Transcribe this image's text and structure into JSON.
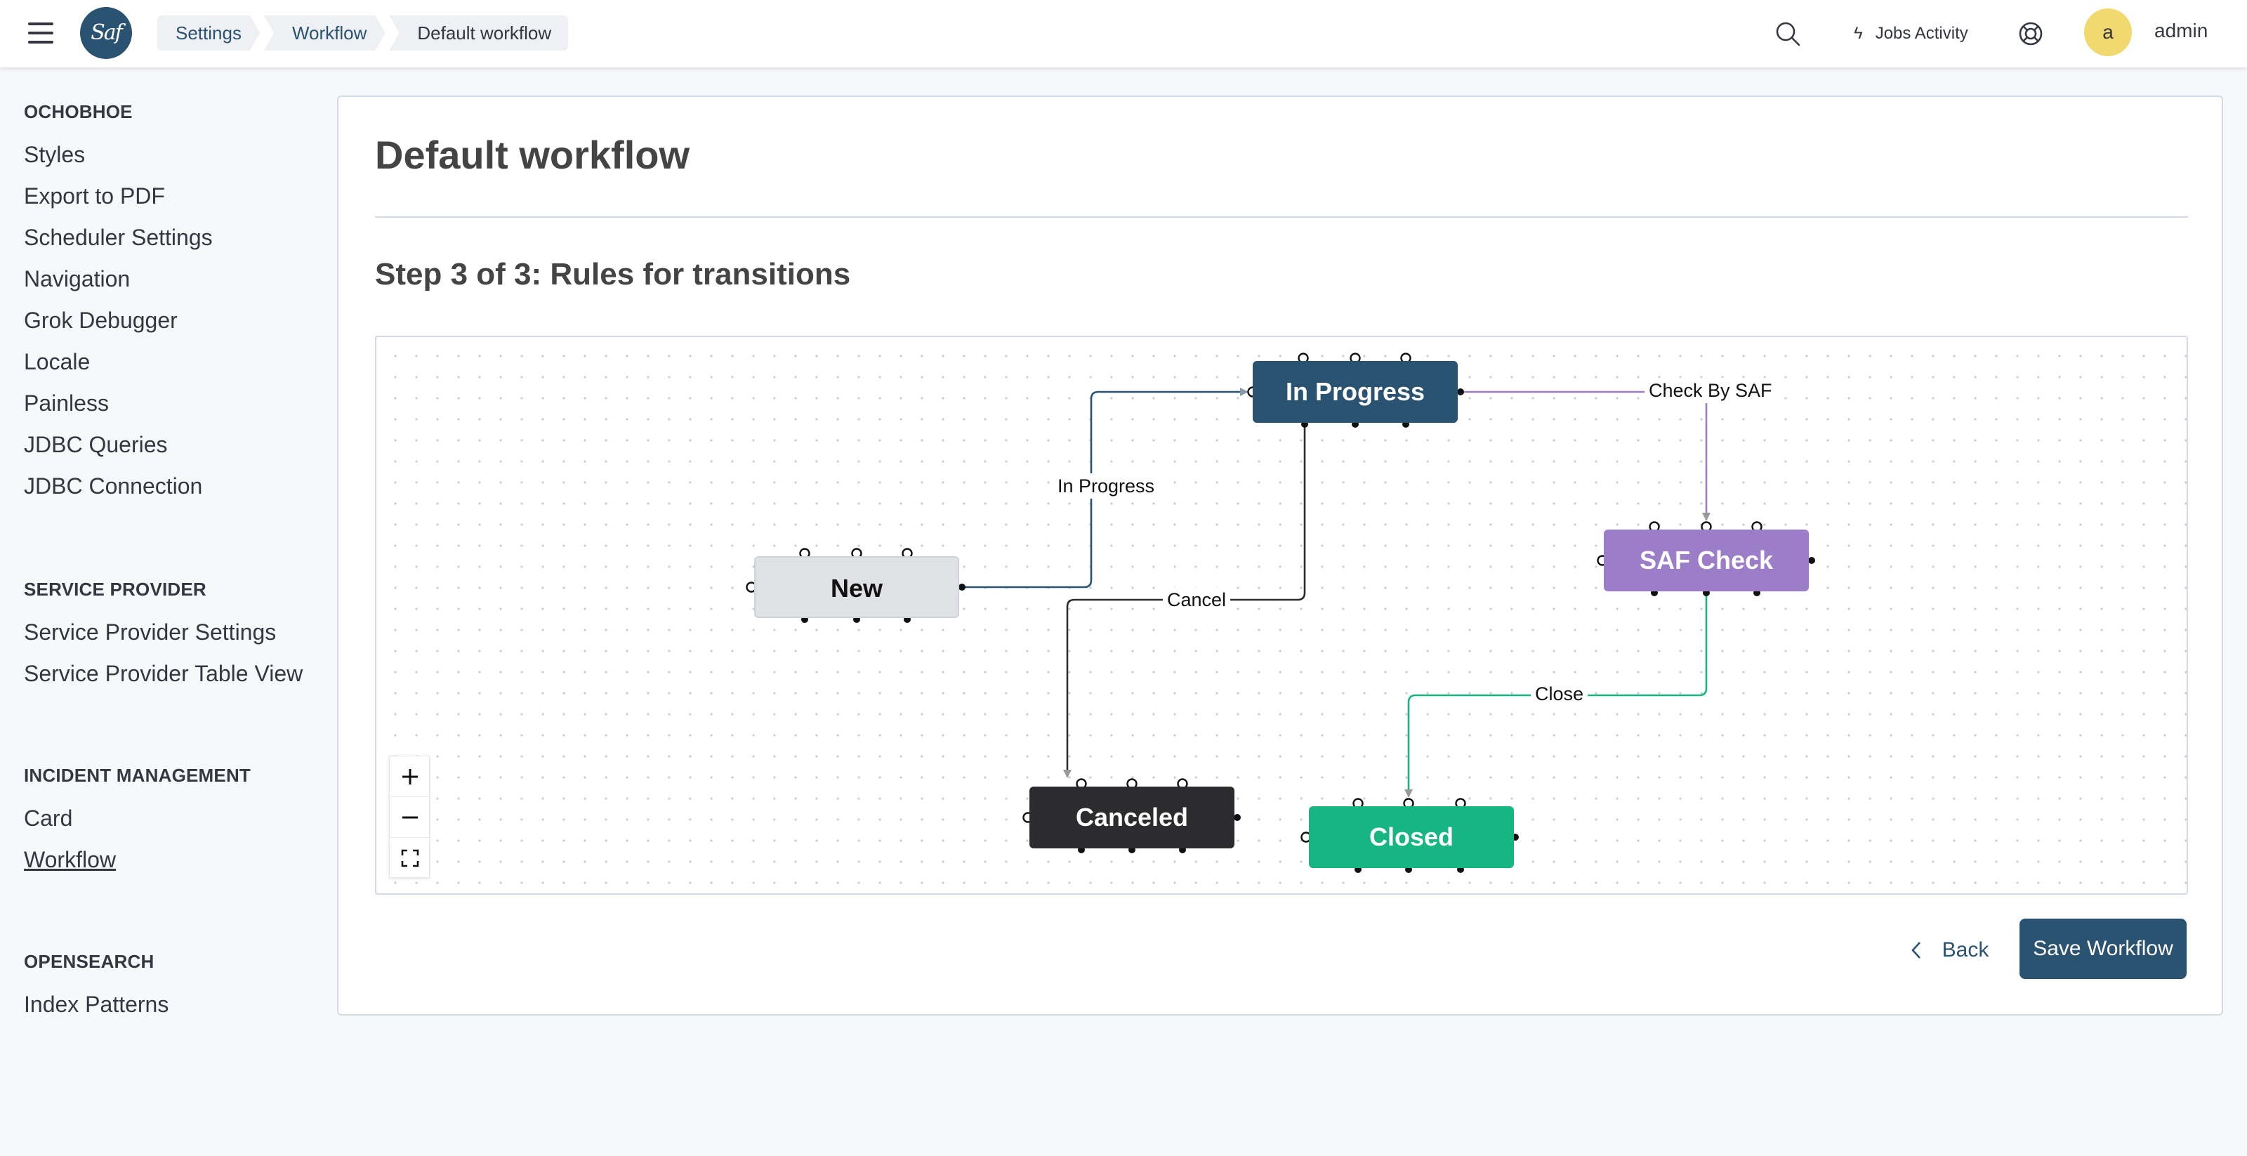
{
  "topbar": {
    "logo_text": "Saf",
    "breadcrumbs": [
      "Settings",
      "Workflow",
      "Default workflow"
    ],
    "jobs_label": "Jobs Activity",
    "avatar_letter": "a",
    "username": "admin",
    "icons": {
      "menu": "hamburger-icon",
      "search": "search-icon",
      "jobs": "lightning-icon",
      "help": "lifebuoy-icon"
    }
  },
  "sidebar": {
    "groups": [
      {
        "title": "ОСНОВНОЕ",
        "items": [
          "Styles",
          "Export to PDF",
          "Scheduler Settings",
          "Navigation",
          "Grok Debugger",
          "Locale",
          "Painless",
          "JDBC Queries",
          "JDBC Connection"
        ]
      },
      {
        "title": "SERVICE PROVIDER",
        "items": [
          "Service Provider Settings",
          "Service Provider Table View"
        ]
      },
      {
        "title": "INCIDENT MANAGEMENT",
        "items": [
          "Card",
          "Workflow"
        ]
      },
      {
        "title": "OPENSEARCH",
        "items": [
          "Index Patterns"
        ]
      }
    ],
    "active_item": "Workflow"
  },
  "main": {
    "title": "Default workflow",
    "step_title": "Step 3 of 3: Rules for transitions",
    "nodes": {
      "new": "New",
      "in_progress": "In Progress",
      "saf_check": "SAF Check",
      "canceled": "Canceled",
      "closed": "Closed"
    },
    "edges": {
      "new_to_in_progress": "In Progress",
      "in_progress_to_canceled": "Cancel",
      "in_progress_to_saf_check": "Check By SAF",
      "saf_check_to_closed": "Close"
    },
    "zoom": {
      "in": "+",
      "out": "−"
    },
    "back_label": "Back",
    "save_label": "Save Workflow"
  },
  "colors": {
    "brand": "#2a5271",
    "new": "#e0e1e4",
    "in_progress": "#2a5271",
    "saf_check": "#9b7dc8",
    "canceled": "#2c2c2e",
    "closed": "#16b582",
    "avatar": "#f1d86f"
  }
}
